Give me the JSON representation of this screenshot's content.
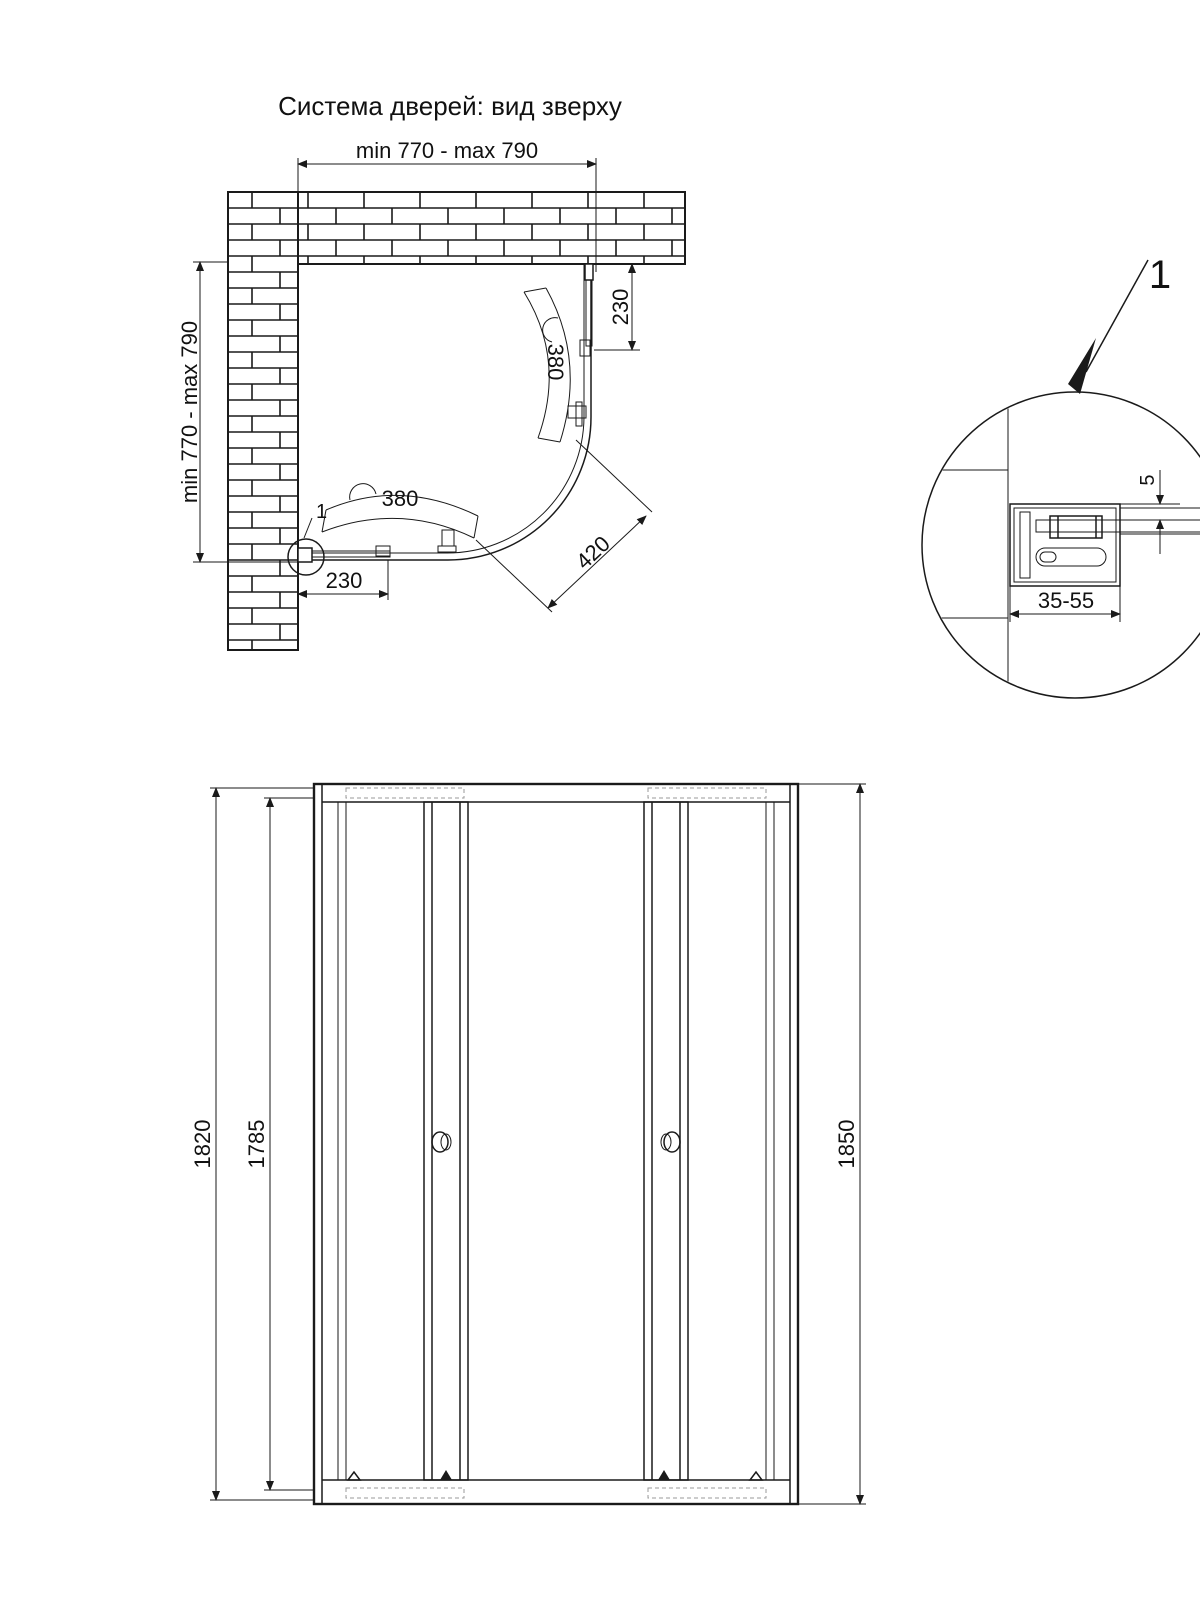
{
  "plan_view": {
    "title": "Система дверей: вид зверху",
    "width_label": "min 770 - max 790",
    "depth_label": "min 770 - max 790",
    "swing_right_label": "380",
    "swing_left_label": "380",
    "right_offset_label": "230",
    "bottom_offset_label": "230",
    "radius_label": "420",
    "callout_marker": "1"
  },
  "detail_view": {
    "callout_number": "1",
    "gap_label": "5",
    "adjust_label": "35-55"
  },
  "front_view": {
    "left_outer_height": "1820",
    "left_inner_height": "1785",
    "right_total_height": "1850"
  }
}
